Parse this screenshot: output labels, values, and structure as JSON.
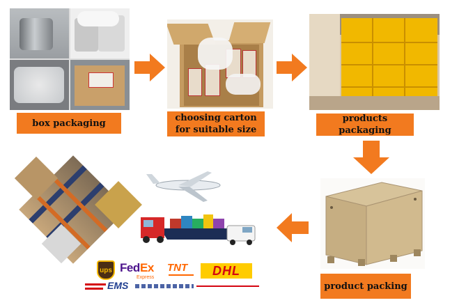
{
  "steps": [
    {
      "label": "box packaging"
    },
    {
      "label": "choosing carton for suitable size"
    },
    {
      "label": "products packaging"
    },
    {
      "label": "product packing"
    }
  ],
  "carriers": {
    "ups": "ups",
    "fedex_fed": "Fed",
    "fedex_ex": "Ex",
    "fedex_sub": "Express",
    "tnt": "TNT",
    "dhl": "DHL",
    "ems": "EMS"
  },
  "colors": {
    "accent_orange": "#f27a1f",
    "fedex_purple": "#4d148c",
    "fedex_orange": "#ff6600",
    "dhl_red": "#d40511",
    "dhl_yellow": "#ffcc00"
  },
  "icons": [
    "arrow-right-icon",
    "arrow-down-icon",
    "arrow-left-icon"
  ]
}
